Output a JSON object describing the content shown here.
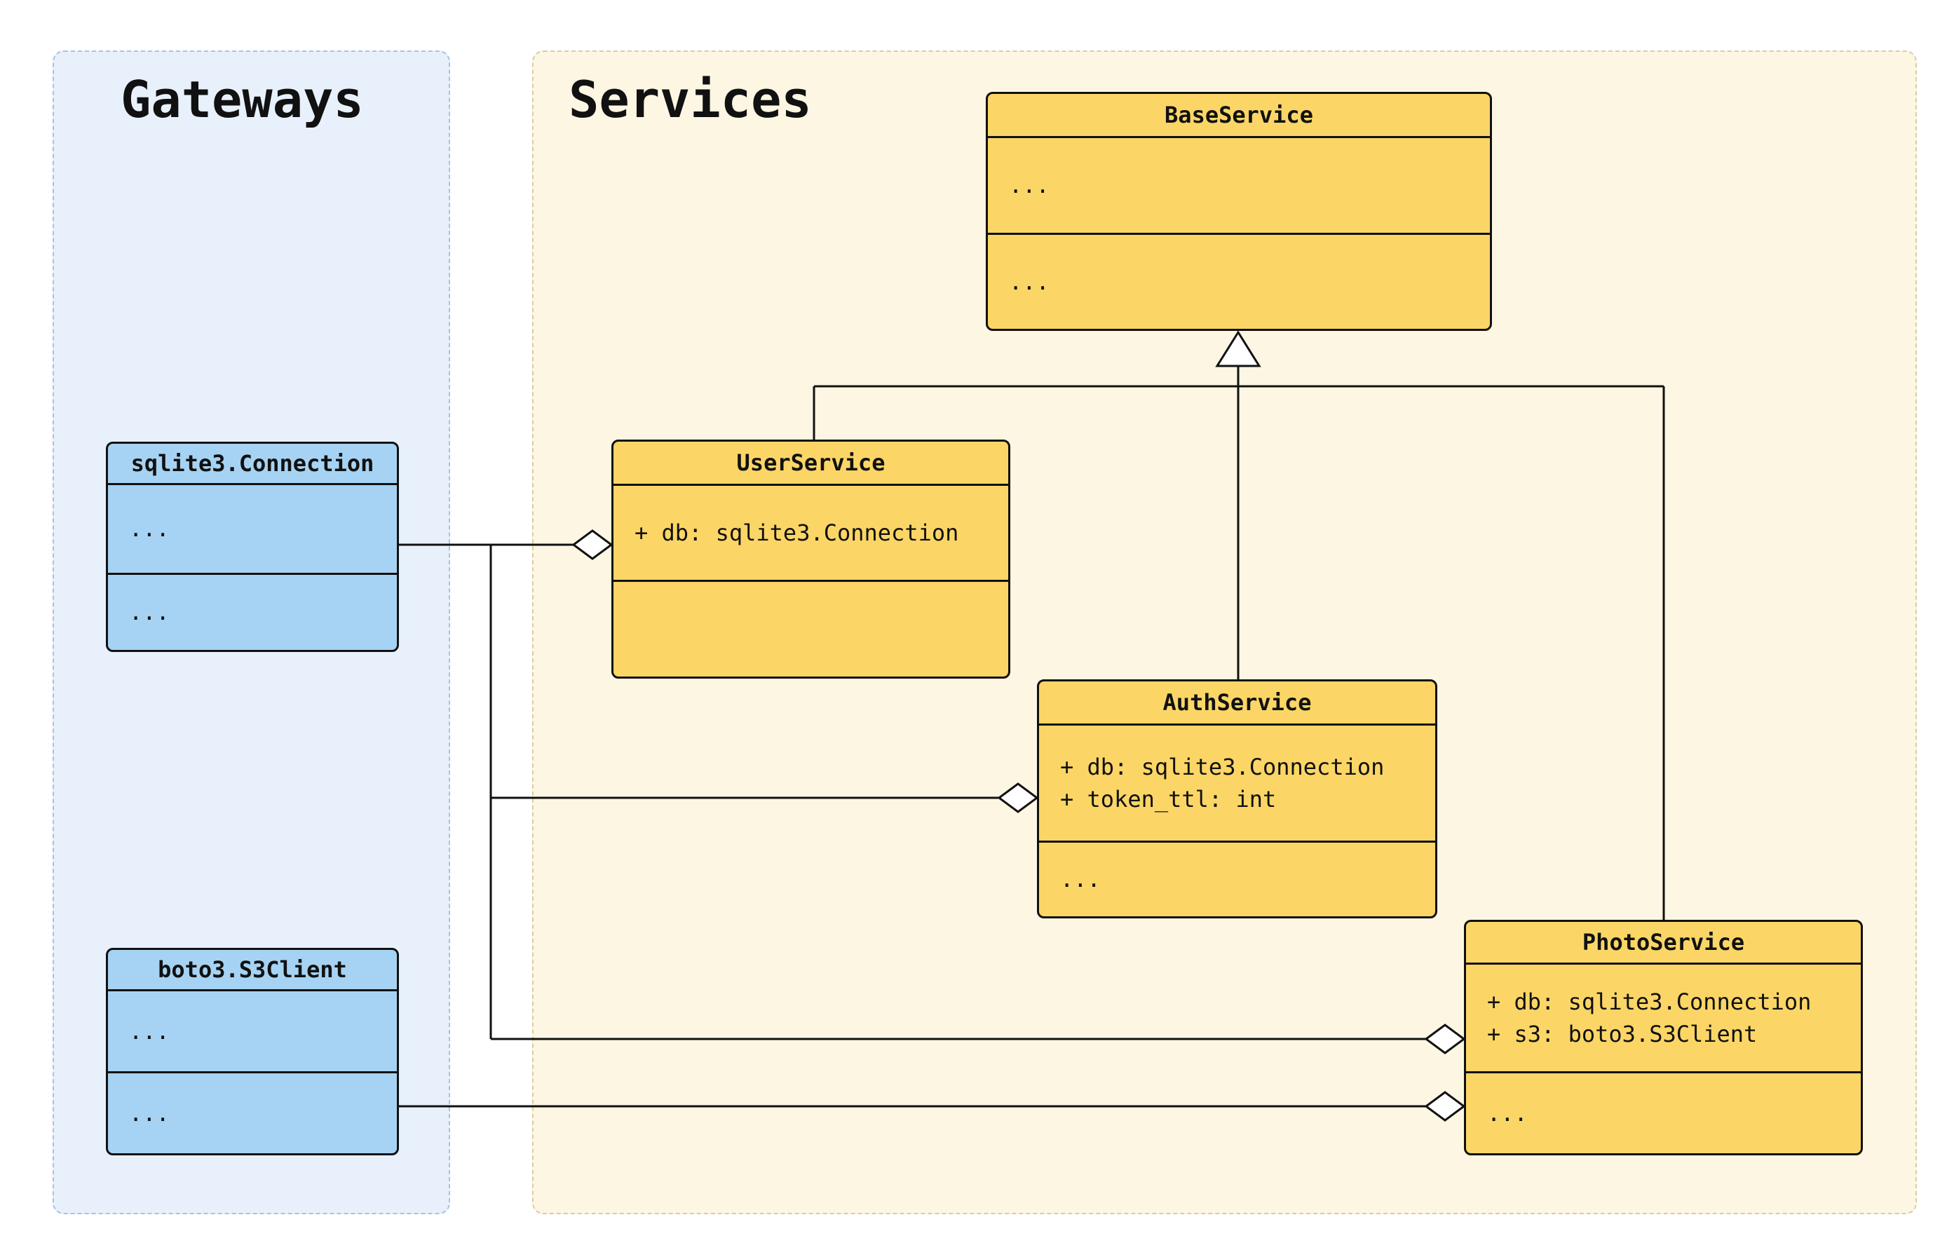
{
  "diagram_type": "uml-class-diagram",
  "containers": {
    "gateways": {
      "title": "Gateways"
    },
    "services": {
      "title": "Services"
    }
  },
  "classes": {
    "base_service": {
      "name": "BaseService",
      "attributes": "...",
      "methods": "..."
    },
    "user_service": {
      "name": "UserService",
      "attributes": "+ db: sqlite3.Connection",
      "methods": ""
    },
    "auth_service": {
      "name": "AuthService",
      "attributes": "+ db: sqlite3.Connection\n+ token_ttl: int",
      "methods": "..."
    },
    "photo_service": {
      "name": "PhotoService",
      "attributes": "+ db: sqlite3.Connection\n+ s3: boto3.S3Client",
      "methods": "..."
    },
    "sqlite3_connection": {
      "name": "sqlite3.Connection",
      "attributes": "...",
      "methods": "..."
    },
    "boto3_s3client": {
      "name": "boto3.S3Client",
      "attributes": "...",
      "methods": "..."
    }
  },
  "relationships": [
    {
      "type": "inheritance",
      "from": "UserService",
      "to": "BaseService"
    },
    {
      "type": "inheritance",
      "from": "AuthService",
      "to": "BaseService"
    },
    {
      "type": "inheritance",
      "from": "PhotoService",
      "to": "BaseService"
    },
    {
      "type": "aggregation",
      "whole": "UserService",
      "part": "sqlite3.Connection"
    },
    {
      "type": "aggregation",
      "whole": "AuthService",
      "part": "sqlite3.Connection"
    },
    {
      "type": "aggregation",
      "whole": "PhotoService",
      "part": "sqlite3.Connection"
    },
    {
      "type": "aggregation",
      "whole": "PhotoService",
      "part": "boto3.S3Client"
    }
  ],
  "colors": {
    "service_box_fill": "#fbd666",
    "gateway_box_fill": "#a6d3f3",
    "services_container_fill": "#fdf6e3",
    "gateways_container_fill": "#e8f1fb",
    "line_color": "#111111"
  }
}
